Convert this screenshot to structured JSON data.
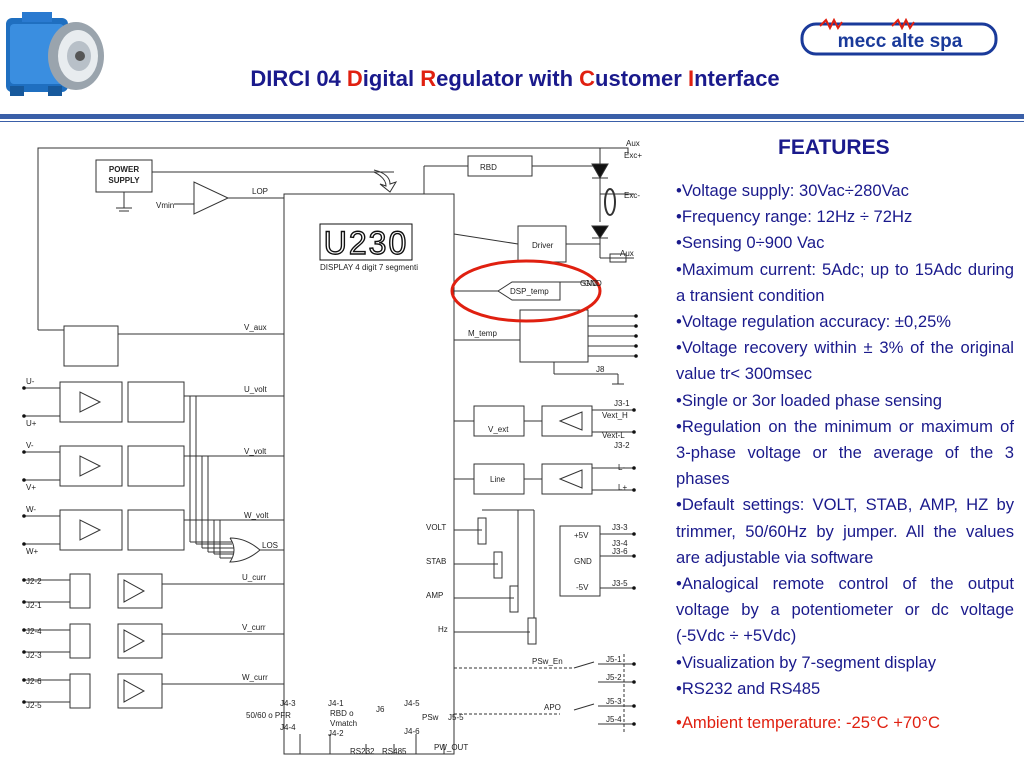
{
  "title": {
    "p1": "DIRCI 04  ",
    "p2a": "D",
    "p2b": "igital ",
    "p3a": "R",
    "p3b": "egulator with ",
    "p4a": "C",
    "p4b": "ustomer ",
    "p5a": "I",
    "p5b": "nterface"
  },
  "logo": {
    "text": "mecc alte spa"
  },
  "features": {
    "heading": "FEATURES",
    "items": [
      "Voltage supply: 30Vac÷280Vac",
      "Frequency range: 12Hz ÷ 72Hz",
      "Sensing 0÷900 Vac",
      "Maximum current: 5Adc; up to 15Adc during a transient condition",
      "Voltage regulation accuracy: ±0,25%",
      "Voltage recovery within ± 3% of the original value tr< 300msec",
      "Single or 3or loaded phase sensing",
      "Regulation on the minimum or maximum of 3-phase voltage or the average of the 3 phases",
      "Default settings: VOLT, STAB, AMP, HZ by trimmer, 50/60Hz by jumper. All the values are adjustable via software",
      "Analogical remote control of the output voltage by a potentiometer or dc voltage (-5Vdc ÷ +5Vdc)",
      "Visualization by 7-segment display",
      "RS232 and RS485",
      "Ambient temperature: -25°C +70°C"
    ],
    "highlight_color": "#e02010",
    "text_color": "#1a1a8c"
  },
  "diagram": {
    "power_supply": "POWER\nSUPPLY",
    "power_supply_l1": "POWER",
    "power_supply_l2": "SUPPLY",
    "vmin": "Vmin",
    "lop": "LOP",
    "display_value": "U230",
    "display_caption": "DISPLAY 4 digit 7 segmenti",
    "rbd": "RBD",
    "driver": "Driver",
    "dsp_temp": "DSP_temp",
    "m_temp": "M_temp",
    "v_ext": "V_ext",
    "line": "Line",
    "gnd": "GND",
    "signals": [
      "V_aux",
      "U_volt",
      "V_volt",
      "W_volt",
      "LOS",
      "U_curr",
      "V_curr",
      "W_curr",
      "VOLT",
      "STAB",
      "AMP",
      "Hz",
      "PSw_En",
      "APO"
    ],
    "terminals_left": [
      "U-",
      "U+",
      "V-",
      "V+",
      "W-",
      "W+",
      "J2-2",
      "J2-1",
      "J2-4",
      "J2-3",
      "J2-6",
      "J2-5"
    ],
    "terminals_right": [
      "Aux",
      "Exc+",
      "Exc-",
      "Aux",
      "GND",
      "J8",
      "J3-1",
      "Vext_H",
      "Vext-L",
      "J3-2",
      "L-",
      "L+",
      "J3-3",
      "+5V",
      "J3-4",
      "J3-6",
      "GND",
      "-5V",
      "J3-5",
      "J5-1",
      "J5-2",
      "J5-3",
      "J5-4"
    ],
    "bottom_labels": [
      "J4-3",
      "50/60 o PFR",
      "J4-4",
      "J4-1",
      "RBD o",
      "Vmatch",
      "J4-2",
      "J6",
      "J4-5",
      "PSw",
      "J4-6",
      "J5-5",
      "RS232",
      "RS485",
      "PW_OUT"
    ],
    "highlight_color": "#e02010"
  }
}
